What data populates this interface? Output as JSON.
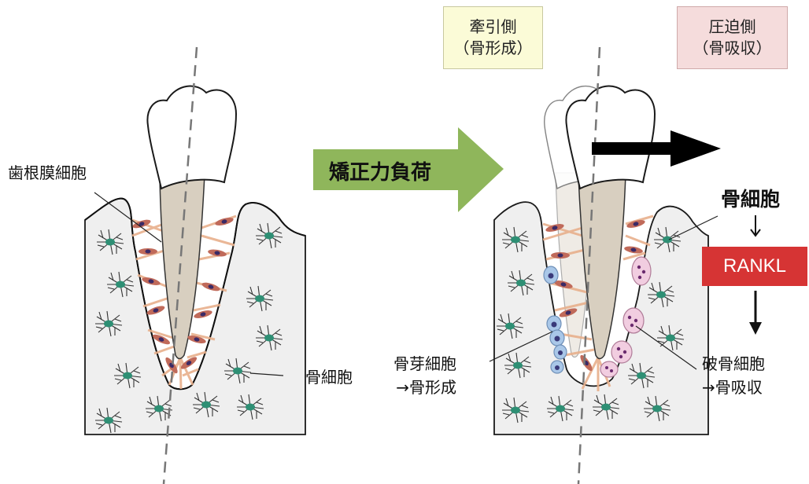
{
  "labels": {
    "pdl_cells": "歯根膜細胞",
    "osteocytes_left": "骨細胞",
    "force": "矯正力負荷",
    "tension_line1": "牽引側",
    "tension_line2": "（骨形成）",
    "compression_line1": "圧迫側",
    "compression_line2": "（骨吸収）",
    "osteocyte_right": "骨細胞",
    "rankl": "RANKL",
    "osteoblast_line1": "骨芽細胞",
    "osteoblast_line2": "→骨形成",
    "osteoclast_line1": "破骨細胞",
    "osteoclast_line2": "→骨吸収"
  },
  "colors": {
    "bone": "#efefef",
    "root": "#d8cfc0",
    "force_arrow": "#8fb65b",
    "rankl_box": "#d63434",
    "osteocyte": "#2e8f74",
    "pdl_fiber": "#e8b08c",
    "pdl_cell": "#c06a5a",
    "osteoblast": "#a9c7e8",
    "osteoclast": "#f1cde0"
  },
  "icons": {
    "force_arrow": "right-block-arrow",
    "movement_arrow": "right-arrow",
    "down_arrows": "down-arrow"
  }
}
